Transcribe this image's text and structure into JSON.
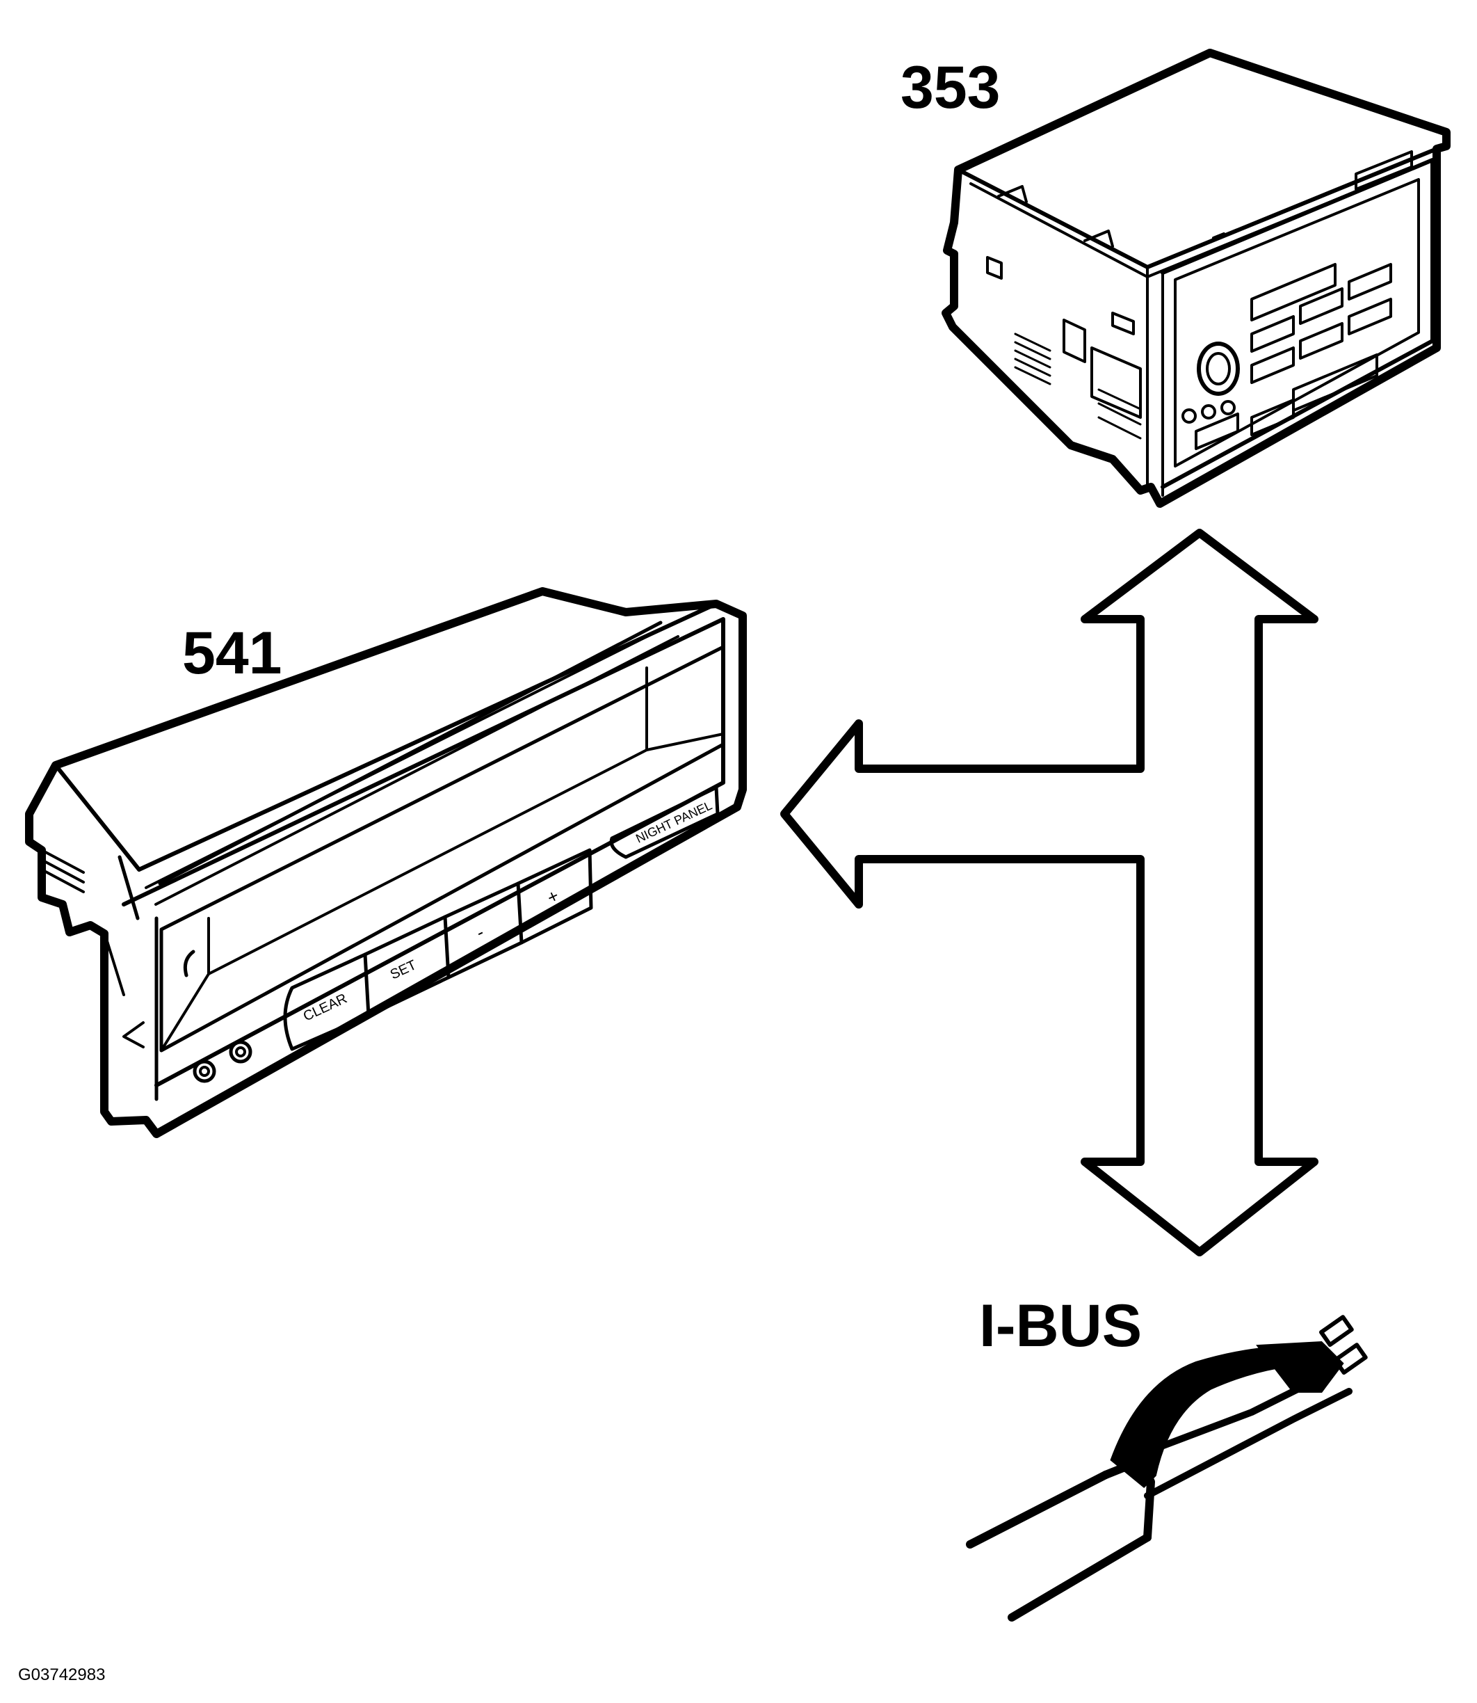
{
  "diagram": {
    "components": [
      {
        "id": "353",
        "label": "353"
      },
      {
        "id": "541",
        "label": "541"
      },
      {
        "id": "ibus",
        "label": "I-BUS"
      }
    ],
    "panel_541_buttons": {
      "clear": "CLEAR",
      "set": "SET",
      "minus": "-",
      "plus": "+",
      "night_panel": "NIGHT PANEL"
    },
    "figure_id": "G03742983"
  }
}
